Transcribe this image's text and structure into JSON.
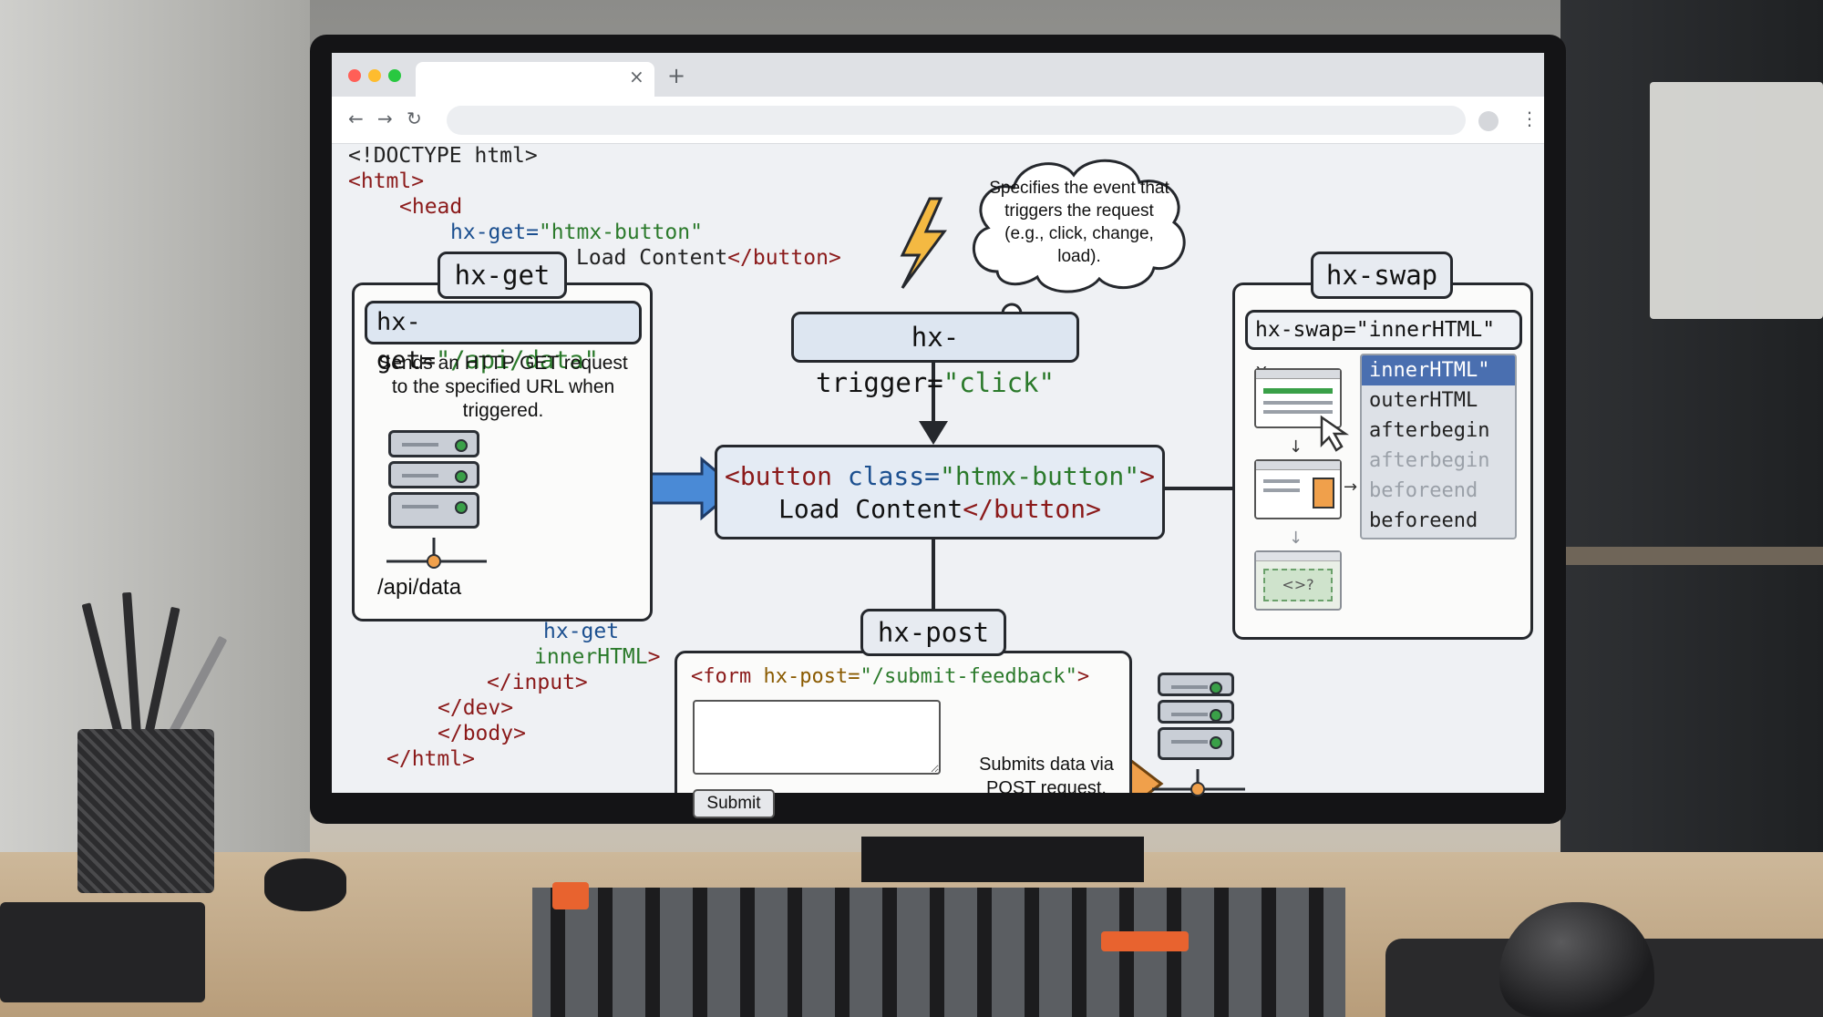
{
  "browser": {
    "tab_close": "×",
    "new_tab": "+",
    "back": "←",
    "forward": "→",
    "reload": "↻",
    "menu": "⋮",
    "traffic_colors": [
      "#ff5f57",
      "#febc2e",
      "#28c840"
    ]
  },
  "code_top": {
    "line1": "<!DOCTYPE html>",
    "line2": "<html>",
    "line3": "<head",
    "line4_attr": "hx-get=",
    "line4_val": "\"htmx-button\"",
    "line5_text": "Load Content",
    "line5_tag": "</button>"
  },
  "code_bottom": {
    "line1": "hx-get",
    "line2_attr": "innerHTML",
    "line2_tag": ">",
    "line3": "</input>",
    "line4": "</dev>",
    "line5": "</body>",
    "line6": "</html>"
  },
  "hx_get": {
    "title": "hx-get",
    "attr": "hx-get=",
    "value": "\"/api/data\"",
    "description": "Sends an HTTP GET request to the specified URL when triggered.",
    "server_label": "/api/data"
  },
  "hx_trigger": {
    "attr": "hx-trigger=",
    "value": "\"click\"",
    "thought": "Specifies the event that triggers the request (e.g., click, change, load)."
  },
  "button_code": {
    "open": "<button",
    "class_attr": "class=",
    "class_val": "\"htmx-button\"",
    "close": ">",
    "text": "Load Content",
    "end_tag": "</button>"
  },
  "hx_swap": {
    "title": "hx-swap",
    "select_value": "hx-swap=\"innerHTML\"",
    "chevron": "⌄",
    "options": [
      "innerHTML\"",
      "outerHTML",
      "afterbegin",
      "afterbegin",
      "beforeend",
      "beforeend"
    ],
    "selected_index": 0,
    "dimmed_index": 3,
    "placeholder_glyph": "<>?"
  },
  "hx_post": {
    "title": "hx-post",
    "form_open": "<form",
    "attr": "hx-post=",
    "value": "\"/submit-feedback\"",
    "form_close": ">",
    "textarea_value": "",
    "submit_label": "Submit",
    "description": "Submits data via POST request."
  },
  "colors": {
    "arrow_blue": "#4a8ad6",
    "arrow_orange": "#f0a04b",
    "lightning": "#f4b942",
    "accent_green": "#3aa048"
  }
}
